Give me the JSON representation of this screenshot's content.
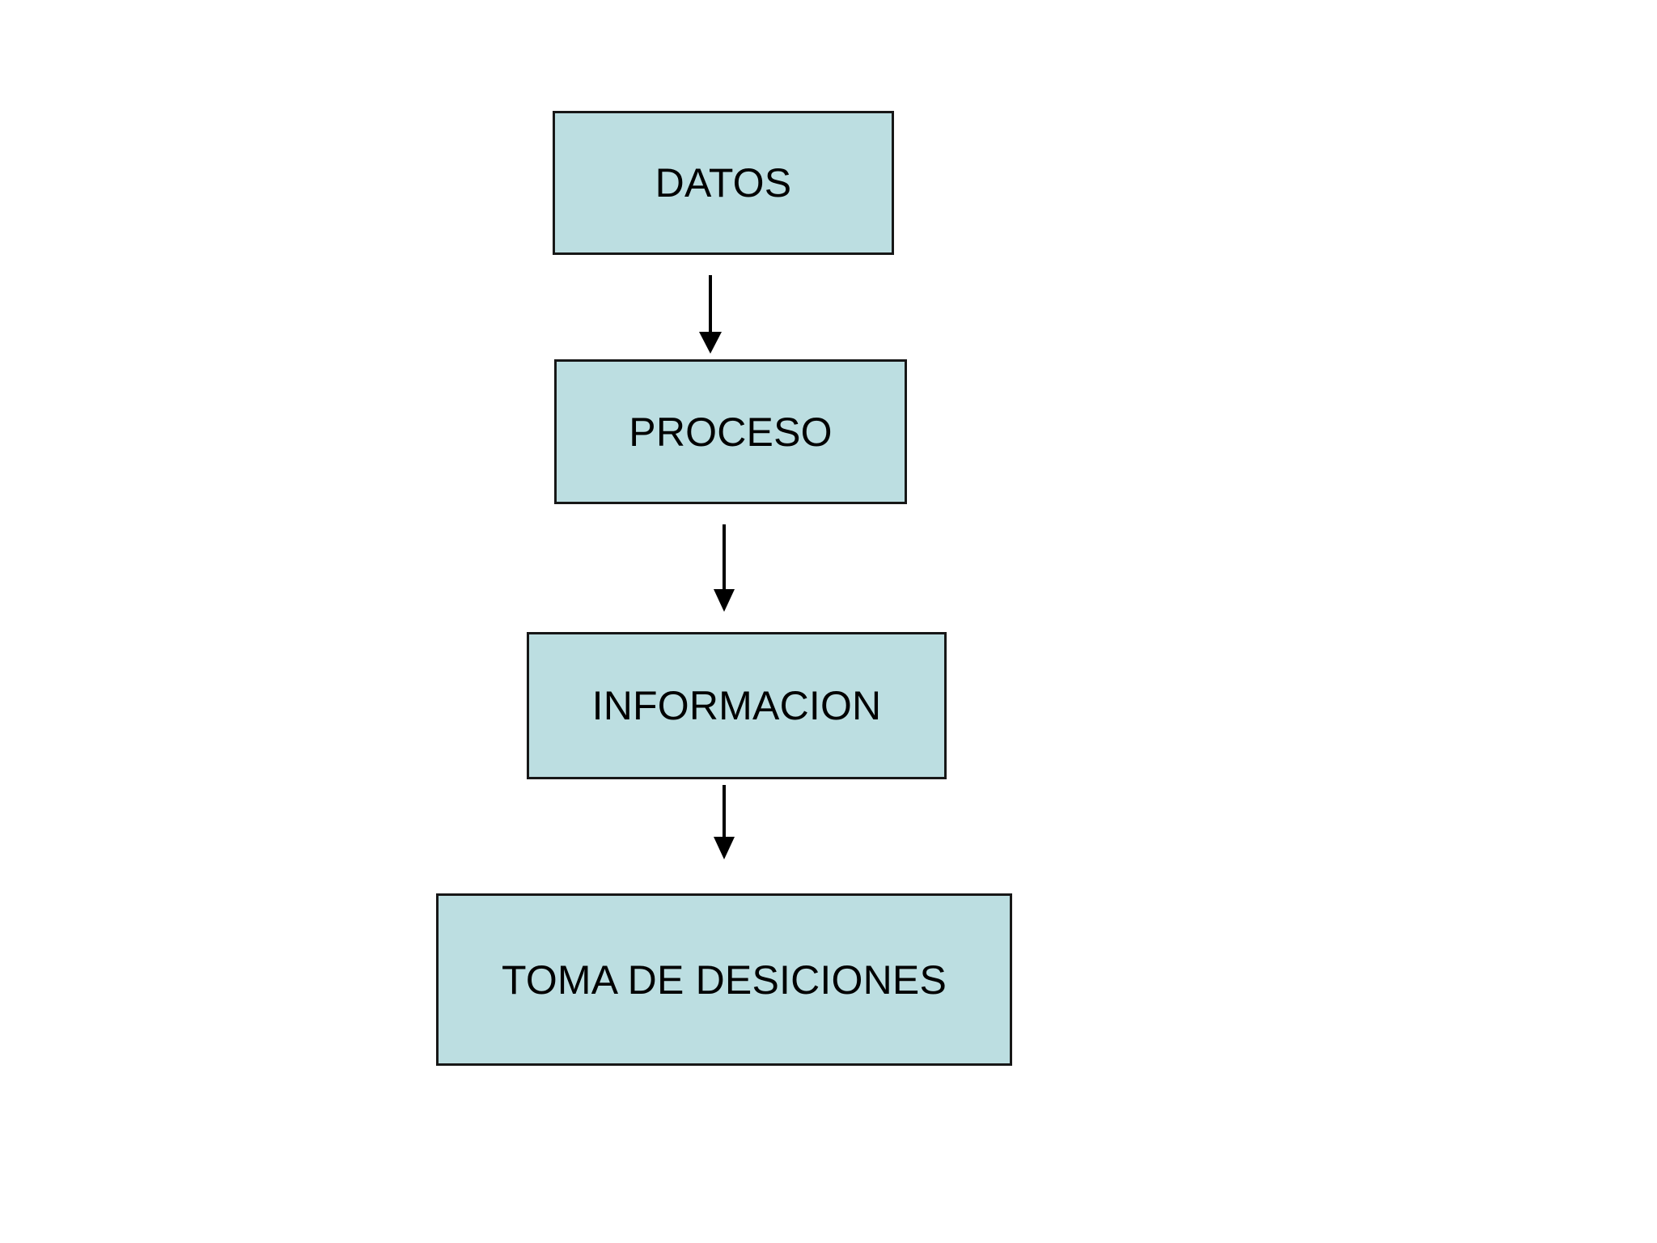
{
  "document": {
    "title": "Diagrama de flujo: Datos a Toma de Desiciones",
    "background_color": "#ffffff"
  },
  "style": {
    "node_fill": "#bcdee1",
    "node_border": "#171717",
    "text_color": "#000000",
    "arrow_color": "#000000"
  },
  "chart_data": {
    "type": "diagram",
    "subtype": "vertical-flowchart",
    "title": "",
    "nodes": [
      {
        "id": "datos",
        "label": "DATOS",
        "order": 1
      },
      {
        "id": "proceso",
        "label": "PROCESO",
        "order": 2
      },
      {
        "id": "informacion",
        "label": "INFORMACION",
        "order": 3
      },
      {
        "id": "toma",
        "label": "TOMA DE DESICIONES",
        "order": 4
      }
    ],
    "edges": [
      {
        "from": "datos",
        "to": "proceso",
        "type": "arrow",
        "direction": "down",
        "label": ""
      },
      {
        "from": "proceso",
        "to": "informacion",
        "type": "arrow",
        "direction": "down",
        "label": ""
      },
      {
        "from": "informacion",
        "to": "toma",
        "type": "arrow",
        "direction": "down",
        "label": ""
      }
    ]
  },
  "nodes": {
    "datos": {
      "label": "DATOS"
    },
    "proceso": {
      "label": "PROCESO"
    },
    "informacion": {
      "label": "INFORMACION"
    },
    "toma": {
      "label": "TOMA DE DESICIONES"
    }
  }
}
